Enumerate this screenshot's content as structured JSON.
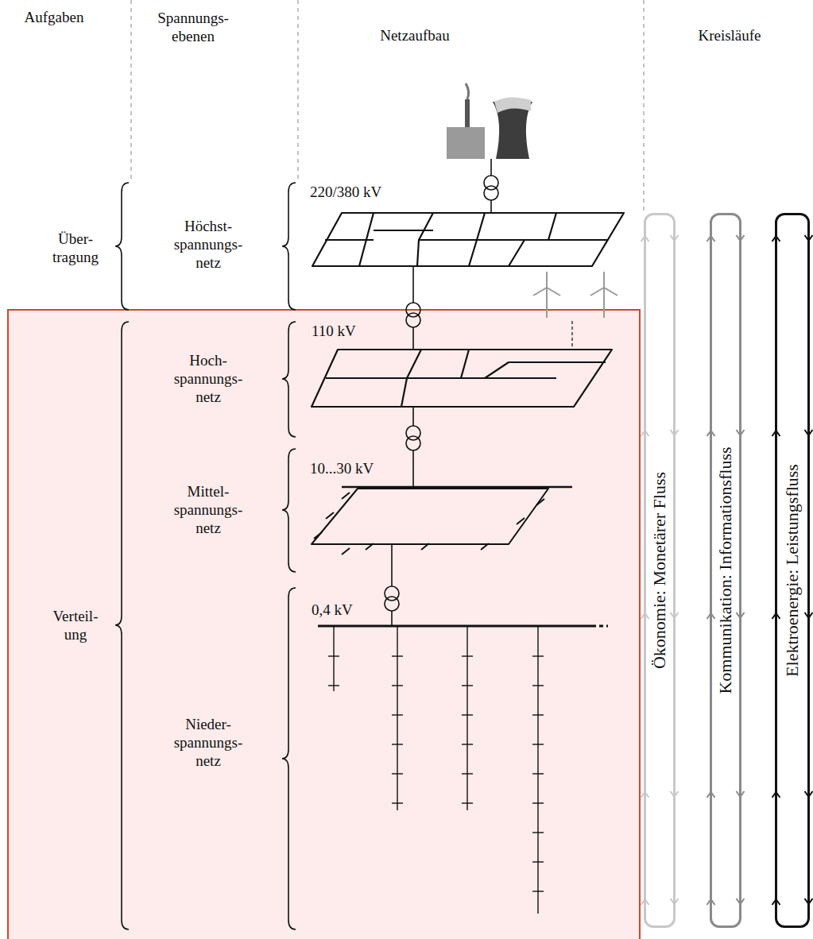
{
  "diagram": {
    "nodes": [
      {
        "text": [
          "Ökonomie: Monetärer Fluss"
        ]
      },
      {
        "text": [
          "Kommunikation: Informationsfluss"
        ]
      },
      {
        "text": [
          "Elektroenergie: Leistungsfluss"
        ]
      }
    ],
    "labels": [
      "Aufgaben",
      "Spannungs- ebenen",
      "Netzaufbau",
      "Kreisläufe",
      "220/380 kV",
      "Über- tragung",
      "Höchst- spannungs- netz",
      "110 kV",
      "Verteil- ung",
      "Hoch- spannungs- netz",
      "10...30 kV",
      "Mittel- spannungs- netz",
      "0,4 kV",
      "Nieder- spannungs- netz"
    ]
  }
}
